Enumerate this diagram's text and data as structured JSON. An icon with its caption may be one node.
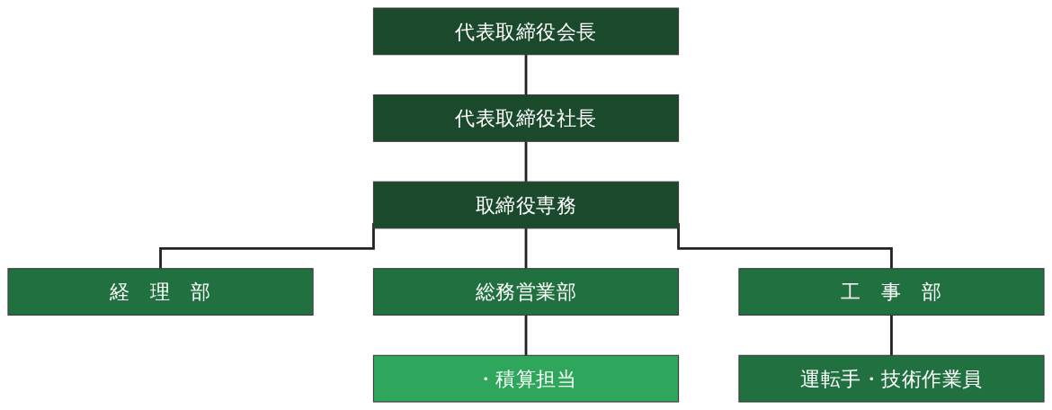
{
  "diagram": {
    "nodes": [
      {
        "text": [
          "代表取締役会長"
        ]
      },
      {
        "text": [
          "代表取締役社長"
        ]
      },
      {
        "text": [
          "取締役専務"
        ]
      },
      {
        "text": [
          "経　理　部"
        ]
      },
      {
        "text": [
          "総務営業部"
        ]
      },
      {
        "text": [
          "工　事　部"
        ]
      },
      {
        "text": [
          "・積算担当"
        ]
      },
      {
        "text": [
          "運転手・技術作業員"
        ]
      }
    ],
    "edges": [
      {
        "from": 0,
        "to": 1,
        "arrow": "none"
      },
      {
        "from": 1,
        "to": 2,
        "arrow": "none"
      },
      {
        "from": 2,
        "to": 3,
        "arrow": "none"
      },
      {
        "from": 2,
        "to": 4,
        "arrow": "none"
      },
      {
        "from": 2,
        "to": 5,
        "arrow": "none"
      },
      {
        "from": 4,
        "to": 6,
        "arrow": "none"
      },
      {
        "from": 5,
        "to": 7,
        "arrow": "none"
      }
    ]
  }
}
